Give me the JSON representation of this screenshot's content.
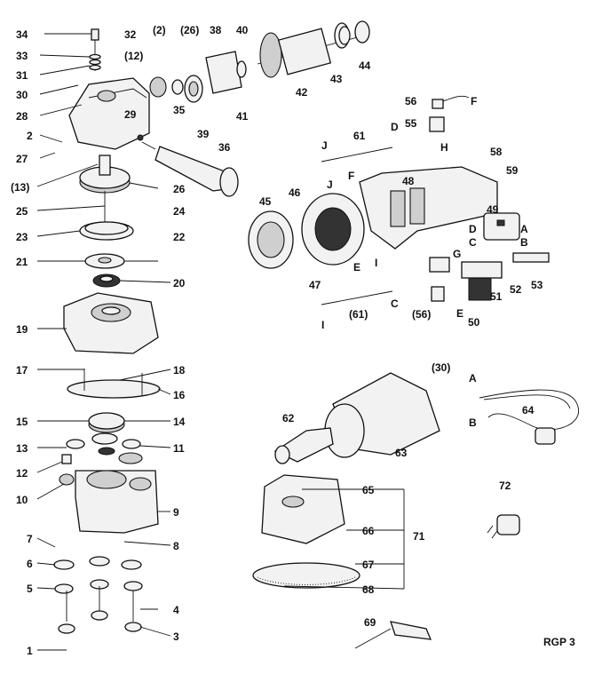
{
  "drawing_code": "RGP 3",
  "labels": {
    "p1": "1",
    "p2": "2",
    "p3": "3",
    "p4": "4",
    "p5": "5",
    "p6": "6",
    "p7": "7",
    "p8": "8",
    "p9": "9",
    "p10": "10",
    "p11": "11",
    "p12": "12",
    "p13": "13",
    "p14": "14",
    "p15": "15",
    "p16": "16",
    "p17": "17",
    "p18": "18",
    "p19": "19",
    "p20": "20",
    "p21": "21",
    "p22": "22",
    "p23": "23",
    "p24": "24",
    "p25": "25",
    "p26a": "26",
    "p26b": "(26)",
    "p27": "27",
    "p28": "28",
    "p29": "29",
    "p30": "30",
    "p30b": "(30)",
    "p31": "31",
    "p32": "32",
    "p33": "33",
    "p34": "34",
    "p35": "35",
    "p36": "36",
    "p38": "38",
    "p39": "39",
    "p40": "40",
    "p41": "41",
    "p42": "42",
    "p43": "43",
    "p44": "44",
    "p45": "45",
    "p46": "46",
    "p47": "47",
    "p48": "48",
    "p49": "49",
    "p50": "50",
    "p51": "51",
    "p52": "52",
    "p53": "53",
    "p55": "55",
    "p56": "56",
    "p56b": "(56)",
    "p58": "58",
    "p59": "59",
    "p61": "61",
    "p61b": "(61)",
    "p62": "62",
    "p63": "63",
    "p64": "64",
    "p65": "65",
    "p66": "66",
    "p67": "67",
    "p68": "68",
    "p69": "69",
    "p71": "71",
    "p72": "72",
    "p2b": "(2)",
    "p12b": "(12)",
    "p13b": "(13)",
    "A1": "A",
    "B1": "B",
    "C1": "C",
    "D1": "D",
    "E1": "E",
    "F1": "F",
    "H1": "H",
    "I1": "I",
    "J1": "J",
    "A2": "A",
    "B2": "B",
    "C2": "C",
    "D2": "D",
    "E2": "E",
    "F2": "F",
    "I2": "I",
    "J2": "J"
  }
}
